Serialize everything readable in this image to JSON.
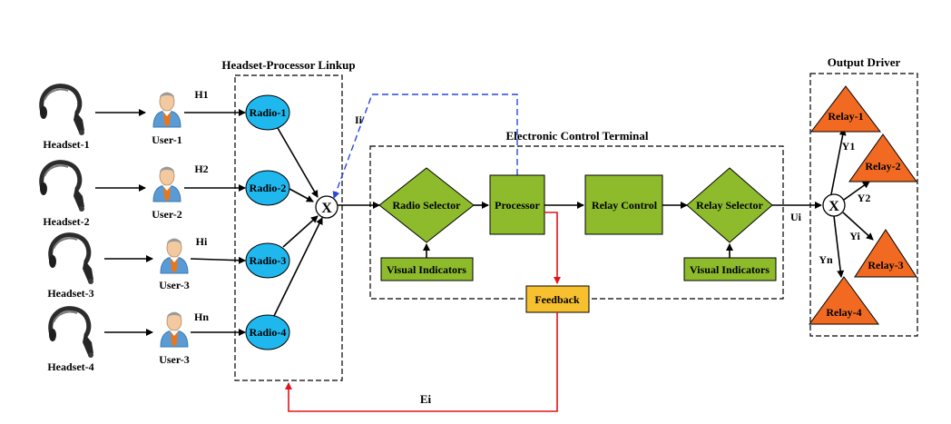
{
  "groups": {
    "linkup_title": "Headset-Processor Linkup",
    "terminal_title": "Electronic Control Terminal",
    "output_title": "Output Driver"
  },
  "users": [
    {
      "headset": "Headset-1",
      "user": "User-1",
      "channel": "H1",
      "radio": "Radio-1"
    },
    {
      "headset": "Headset-2",
      "user": "User-2",
      "channel": "H2",
      "radio": "Radio-2"
    },
    {
      "headset": "Headset-3",
      "user": "User-3",
      "channel": "Hi",
      "radio": "Radio-3"
    },
    {
      "headset": "Headset-4",
      "user": "User-3",
      "channel": "Hn",
      "radio": "Radio-4"
    }
  ],
  "mixer_symbol": "X",
  "blocks": {
    "radio_selector": "Radio Selector",
    "processor": "Processor",
    "relay_control": "Relay Control",
    "relay_selector": "Relay Selector",
    "visual_indicators_left": "Visual Indicators",
    "visual_indicators_right": "Visual Indicators",
    "feedback": "Feedback"
  },
  "signals": {
    "ii": "Ii",
    "ui": "Ui",
    "ei": "Ei",
    "y1": "Y1",
    "y2": "Y2",
    "yi": "Yi",
    "yn": "Yn"
  },
  "relays": [
    "Relay-1",
    "Relay-2",
    "Relay-3",
    "Relay-4"
  ],
  "colors": {
    "radio_fill": "#1fb8ee",
    "block_fill": "#8dbb2c",
    "feedback_fill": "#f7c02e",
    "relay_fill": "#f26a22",
    "feedback_line": "#e0141b",
    "ii_line": "#2a46e0"
  }
}
